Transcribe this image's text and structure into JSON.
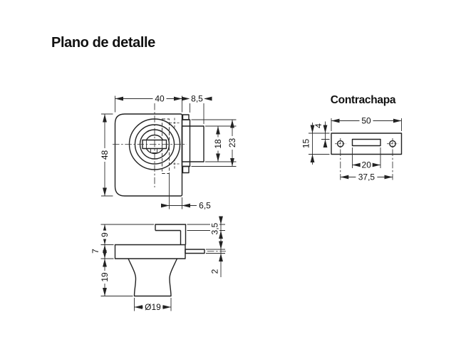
{
  "page": {
    "title": "Plano de detalle"
  },
  "front_view": {
    "dim_width": "40",
    "dim_bolt_protrusion": "8,5",
    "dim_body_height": "48",
    "dim_bolt_height": "18",
    "dim_backplate_height": "23",
    "dim_center_offset": "6,5"
  },
  "side_view": {
    "dim_hook_height": "9",
    "dim_plate_thickness": "7",
    "dim_knob_height": "19",
    "dim_hook_lip": "3,5",
    "dim_bolt_thickness": "2",
    "dim_knob_diameter": "Ø19"
  },
  "strike_plate": {
    "title": "Contrachapa",
    "dim_width": "50",
    "dim_slot_top_offset": "4",
    "dim_height": "15",
    "dim_slot_width": "20",
    "dim_hole_spacing": "37,5"
  },
  "colors": {
    "line": "#222222",
    "text": "#111111",
    "background": "#ffffff"
  }
}
